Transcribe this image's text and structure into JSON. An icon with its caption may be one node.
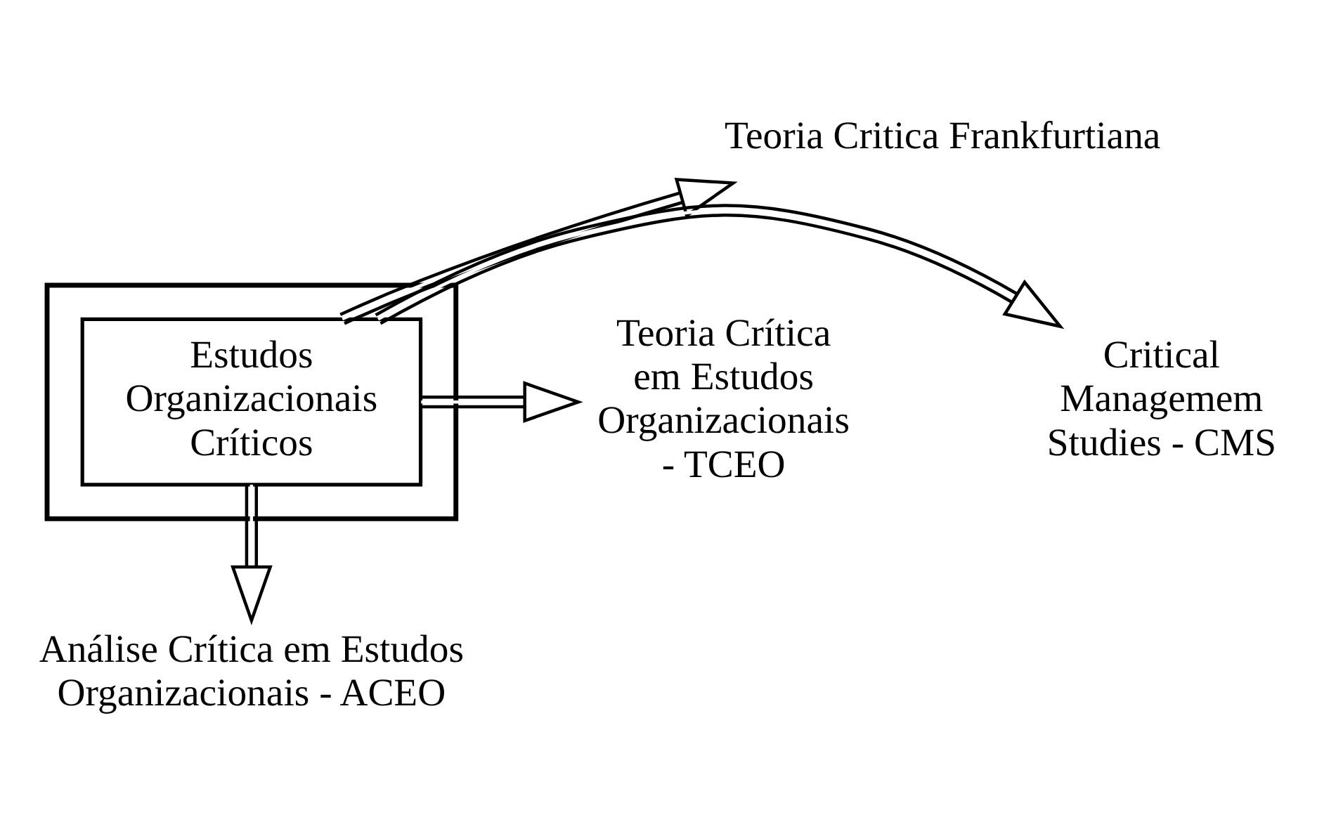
{
  "diagram": {
    "nodes": [
      {
        "text": [],
        "shape": "box"
      },
      {
        "text": [
          "Estudos Organizacionais Críticos"
        ],
        "in": 0
      },
      {
        "text": [
          "Teoria Critica Frankfurtiana"
        ]
      },
      {
        "text": [
          "Teoria Crítica em Estudos Organizacionais - TCEO"
        ]
      },
      {
        "text": [
          "Critical Managemem Studies - CMS"
        ]
      },
      {
        "text": [
          "Análise Crítica em Estudos Organizacionais - ACEO"
        ]
      }
    ],
    "edges": [
      {
        "from": 1,
        "to": 2,
        "arrow": "to"
      },
      {
        "from": 1,
        "to": 3,
        "arrow": "to"
      },
      {
        "from": 1,
        "to": 4,
        "arrow": "to"
      },
      {
        "from": 1,
        "to": 5,
        "arrow": "to"
      }
    ]
  }
}
